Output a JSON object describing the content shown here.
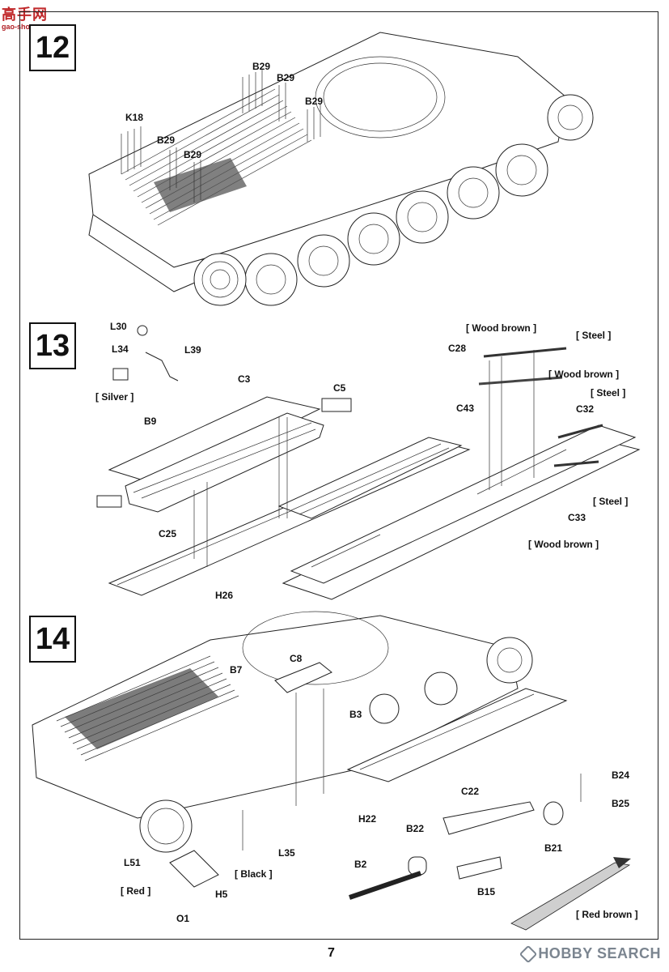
{
  "site_logo": {
    "title": "高手网",
    "url_text": "gao-shou.com"
  },
  "watermark": "HOBBY SEARCH",
  "page_number": "7",
  "steps": [
    {
      "number": "12",
      "labels": {
        "b29_a": "B29",
        "b29_b": "B29",
        "b29_c": "B29",
        "b29_d": "B29",
        "b29_e": "B29",
        "k18": "K18"
      }
    },
    {
      "number": "13",
      "labels": {
        "l30": "L30",
        "l34": "L34",
        "l39": "L39",
        "silver": "[ Silver ]",
        "b9": "B9",
        "c3": "C3",
        "c5": "C5",
        "c25": "C25",
        "h26": "H26",
        "wood_brown_1": "[ Wood brown ]",
        "steel_1": "[ Steel ]",
        "c28": "C28",
        "c43": "C43",
        "wood_brown_2": "[ Wood brown ]",
        "steel_2": "[ Steel ]",
        "c32": "C32",
        "steel_3": "[ Steel ]",
        "c33": "C33",
        "wood_brown_3": "[ Wood brown ]"
      }
    },
    {
      "number": "14",
      "labels": {
        "b7": "B7",
        "c8": "C8",
        "b3": "B3",
        "h22": "H22",
        "b24": "B24",
        "b25": "B25",
        "c22": "C22",
        "b22": "B22",
        "b21": "B21",
        "b2": "B2",
        "b15": "B15",
        "red_brown": "[ Red brown ]",
        "l51": "L51",
        "l35": "L35",
        "black": "[ Black ]",
        "red": "[ Red ]",
        "h5": "H5",
        "o1": "O1"
      }
    }
  ]
}
